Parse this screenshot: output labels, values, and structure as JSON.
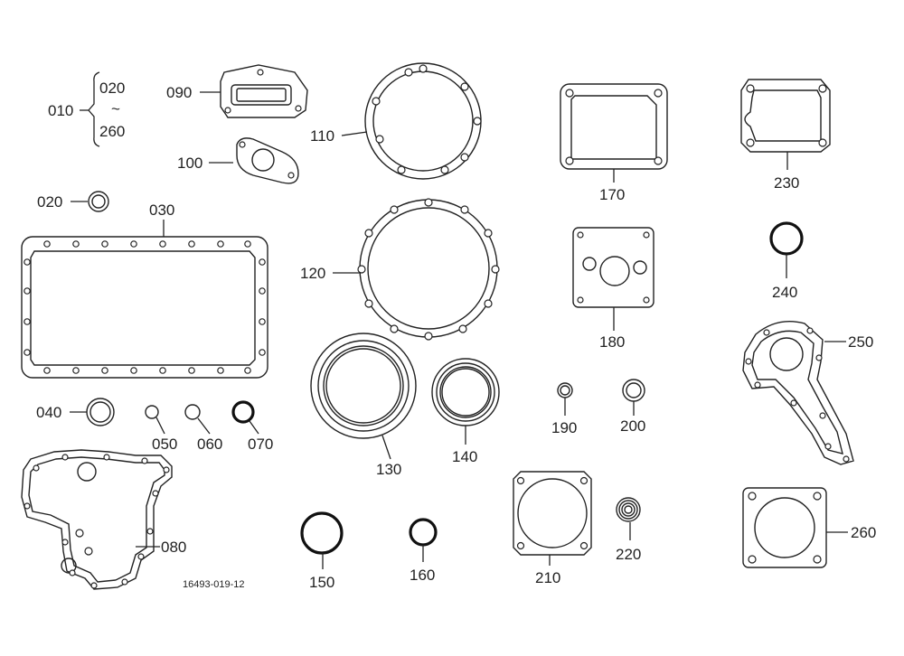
{
  "drawing_code": "16493-019-12",
  "kit": {
    "number": "010",
    "range_start": "020",
    "range_sep": "~",
    "range_end": "260"
  },
  "parts": {
    "p020": "020",
    "p030": "030",
    "p040": "040",
    "p050": "050",
    "p060": "060",
    "p070": "070",
    "p080": "080",
    "p090": "090",
    "p100": "100",
    "p110": "110",
    "p120": "120",
    "p130": "130",
    "p140": "140",
    "p150": "150",
    "p160": "160",
    "p170": "170",
    "p180": "180",
    "p190": "190",
    "p200": "200",
    "p210": "210",
    "p220": "220",
    "p230": "230",
    "p240": "240",
    "p250": "250",
    "p260": "260"
  }
}
